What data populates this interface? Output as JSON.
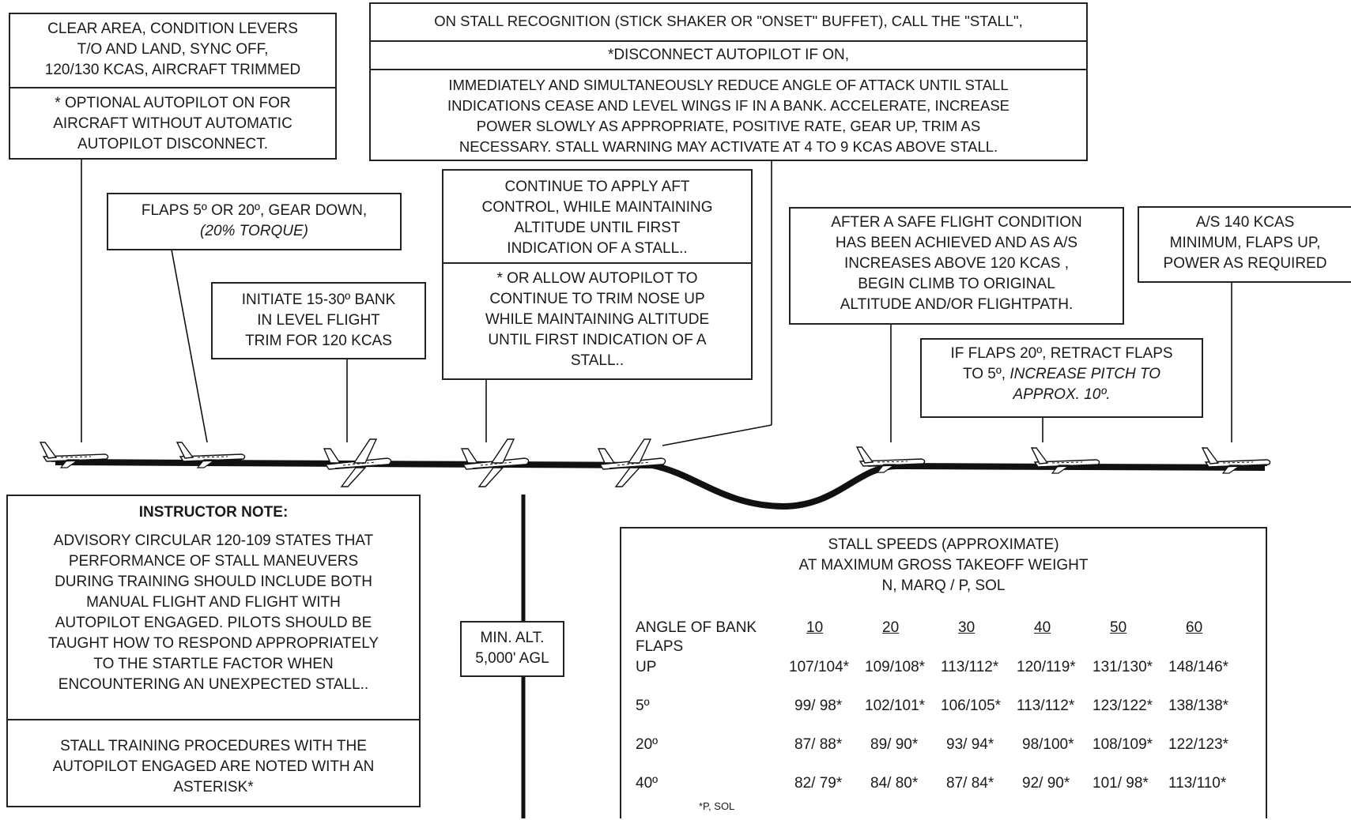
{
  "callouts": {
    "setup": {
      "top": [
        "CLEAR AREA, CONDITION  LEVERS",
        "T/O AND LAND, SYNC OFF,",
        "120/130 KCAS, AIRCRAFT TRIMMED"
      ],
      "bottom": [
        "* OPTIONAL  AUTOPILOT  ON FOR",
        "AIRCRAFT WITHOUT  AUTOMATIC",
        "AUTOPILOT  DISCONNECT."
      ]
    },
    "flaps": {
      "line1": "FLAPS 5º OR 20º, GEAR DOWN,",
      "line2": "(20% TORQUE)"
    },
    "bank": [
      "INITIATE  15-30º BANK",
      "IN LEVEL FLIGHT",
      "TRIM  FOR 120 KCAS"
    ],
    "continue": {
      "top": [
        "CONTINUE  TO APPLY AFT",
        "CONTROL,  WHILE  MAINTAINING",
        "ALTITUDE  UNTIL FIRST",
        "INDICATION  OF A STALL.."
      ],
      "bottom": [
        "* OR ALLOW AUTOPILOT  TO",
        "CONTINUE  TO TRIM NOSE UP",
        "WHILE MAINTAINING  ALTITUDE",
        "UNTIL FIRST INDICATION  OF A",
        "STALL.."
      ]
    },
    "recognition": {
      "row1": "ON STALL RECOGNITION  (STICK SHAKER OR \"ONSET\" BUFFET),  CALL THE \"STALL\",",
      "row2": "*DISCONNECT  AUTOPILOT  IF ON,",
      "row3": [
        "IMMEDIATELY   AND SIMULTANEOUSLY  REDUCE  ANGLE OF ATTACK UNTIL  STALL",
        "INDICATIONS  CEASE AND  LEVEL WINGS  IF IN A BANK. ACCELERATE,  INCREASE",
        "POWER  SLOWLY AS APPROPRIATE,  POSITIVE  RATE, GEAR UP, TRIM  AS",
        "NECESSARY.  STALL WARNING MAY ACTIVATE AT 4 TO 9 KCAS ABOVE STALL."
      ]
    },
    "safe": [
      "AFTER  A SAFE FLIGHT  CONDITION",
      "HAS BEEN  ACHIEVED  AND AS A/S",
      "INCREASES  ABOVE 120 KCAS ,",
      "BEGIN  CLIMB  TO ORIGINAL",
      "ALTITUDE  AND/OR FLIGHTPATH."
    ],
    "retract": {
      "line1": "IF FLAPS 20º, RETRACT  FLAPS",
      "line2a": "TO 5º, ",
      "line2b": "INCREASE PITCH TO",
      "line3": "APPROX. 10º."
    },
    "final": [
      "A/S 140 KCAS",
      "MINIMUM,  FLAPS UP,",
      "POWER  AS REQUIRED"
    ]
  },
  "instructor_note": {
    "heading": "INSTRUCTOR NOTE:",
    "body": [
      "ADVISORY CIRCULAR  120-109 STATES THAT",
      "PERFORMANCE  OF STALL MANEUVERS",
      "DURING  TRAINING  SHOULD INCLUDE  BOTH",
      "MANUAL FLIGHT  AND FLIGHT  WITH",
      "AUTOPILOT  ENGAGED. PILOTS  SHOULD BE",
      "TAUGHT  HOW TO RESPOND  APPROPRIATELY",
      "TO THE STARTLE FACTOR WHEN",
      "ENCOUNTERING  AN UNEXPECTED  STALL.."
    ],
    "footer": [
      "STALL TRAINING  PROCEDURES   WITH THE",
      "AUTOPILOT  ENGAGED  ARE NOTED WITH  AN",
      "ASTERISK*"
    ]
  },
  "min_alt": [
    "MIN.  ALT.",
    "5,000' AGL"
  ],
  "stall_table": {
    "title": [
      "STALL SPEEDS  (APPROXIMATE)",
      "AT MAXIMUM  GROSS TAKEOFF  WEIGHT",
      "N, MARQ / P, SOL"
    ],
    "bank_label": "ANGLE OF BANK",
    "flaps_label": "FLAPS",
    "banks": [
      "10",
      "20",
      "30",
      "40",
      "50",
      "60"
    ],
    "rows": [
      {
        "flaps": "UP",
        "values": [
          "107/104*",
          "109/108*",
          "113/112*",
          "120/119*",
          "131/130*",
          "148/146*"
        ]
      },
      {
        "flaps": "5º",
        "values": [
          "99/  98*",
          "102/101*",
          "106/105*",
          "113/112*",
          "123/122*",
          "138/138*"
        ]
      },
      {
        "flaps": "20º",
        "values": [
          "87/  88*",
          "89/  90*",
          "93/  94*",
          "98/100*",
          "108/109*",
          "122/123*"
        ]
      },
      {
        "flaps": "40º",
        "values": [
          "82/  79*",
          "84/  80*",
          "87/  84*",
          "92/  90*",
          "101/  98*",
          "113/110*"
        ]
      }
    ],
    "footnote": "*P, SOL"
  }
}
